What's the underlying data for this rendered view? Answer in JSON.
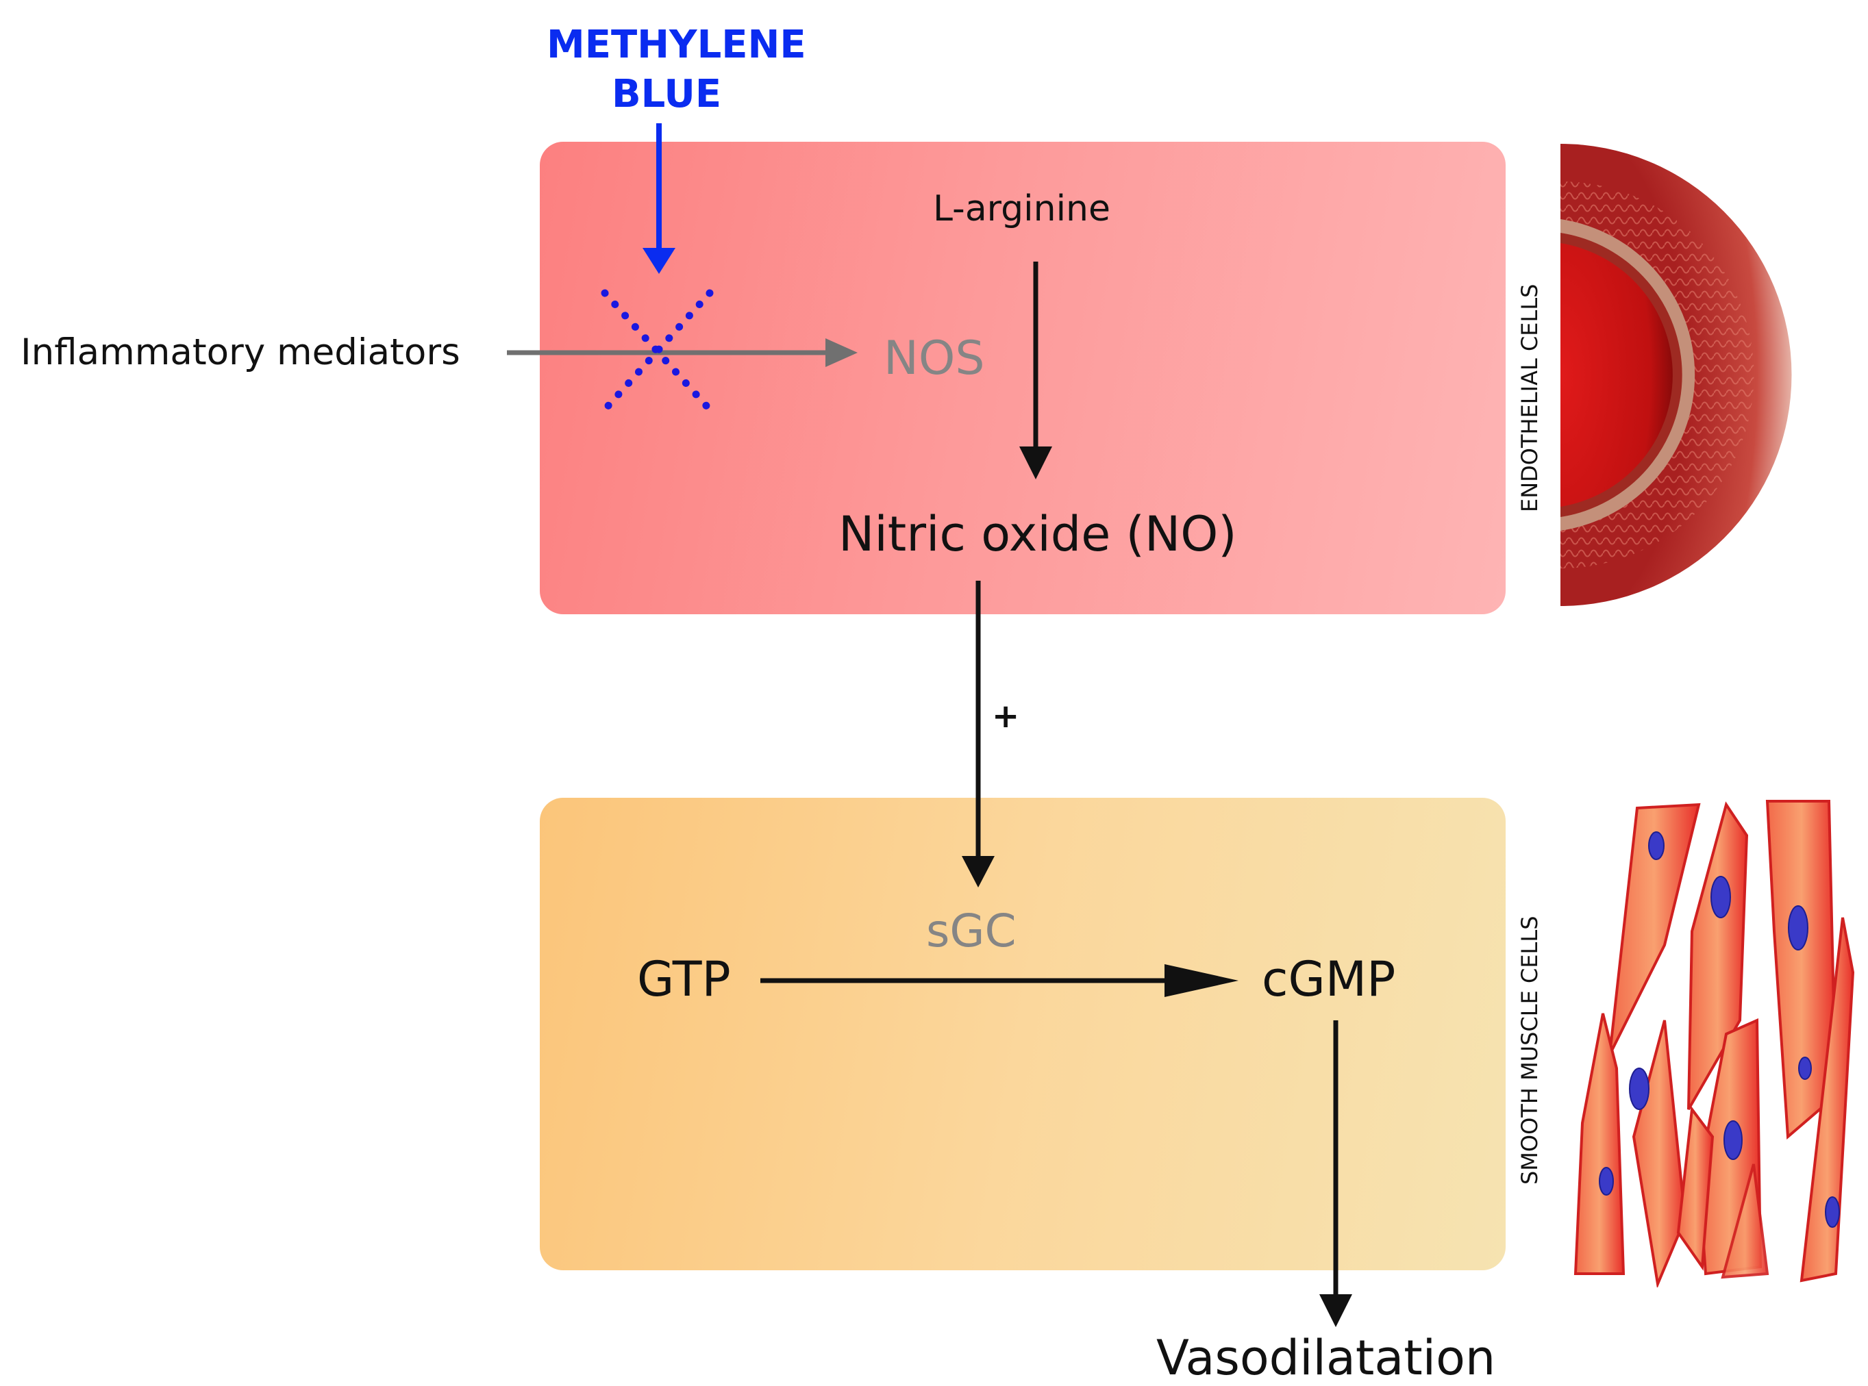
{
  "inhibitor": {
    "line1": "METHYLENE",
    "line2": "BLUE",
    "color": "#0a2cf0"
  },
  "inputs": {
    "inflammatory": "Inflammatory mediators"
  },
  "endothelial": {
    "substrate": "L-arginine",
    "enzyme": "NOS",
    "product": "Nitric oxide (NO)",
    "side_label": "ENDOTHELIAL CELLS",
    "color": "#fc8080"
  },
  "link": {
    "sign": "+"
  },
  "smooth_muscle": {
    "enzyme": "sGC",
    "substrate": "GTP",
    "product": "cGMP",
    "side_label": "SMOOTH MUSCLE CELLS",
    "color": "#fbc57a"
  },
  "outcome": "Vasodilatation"
}
